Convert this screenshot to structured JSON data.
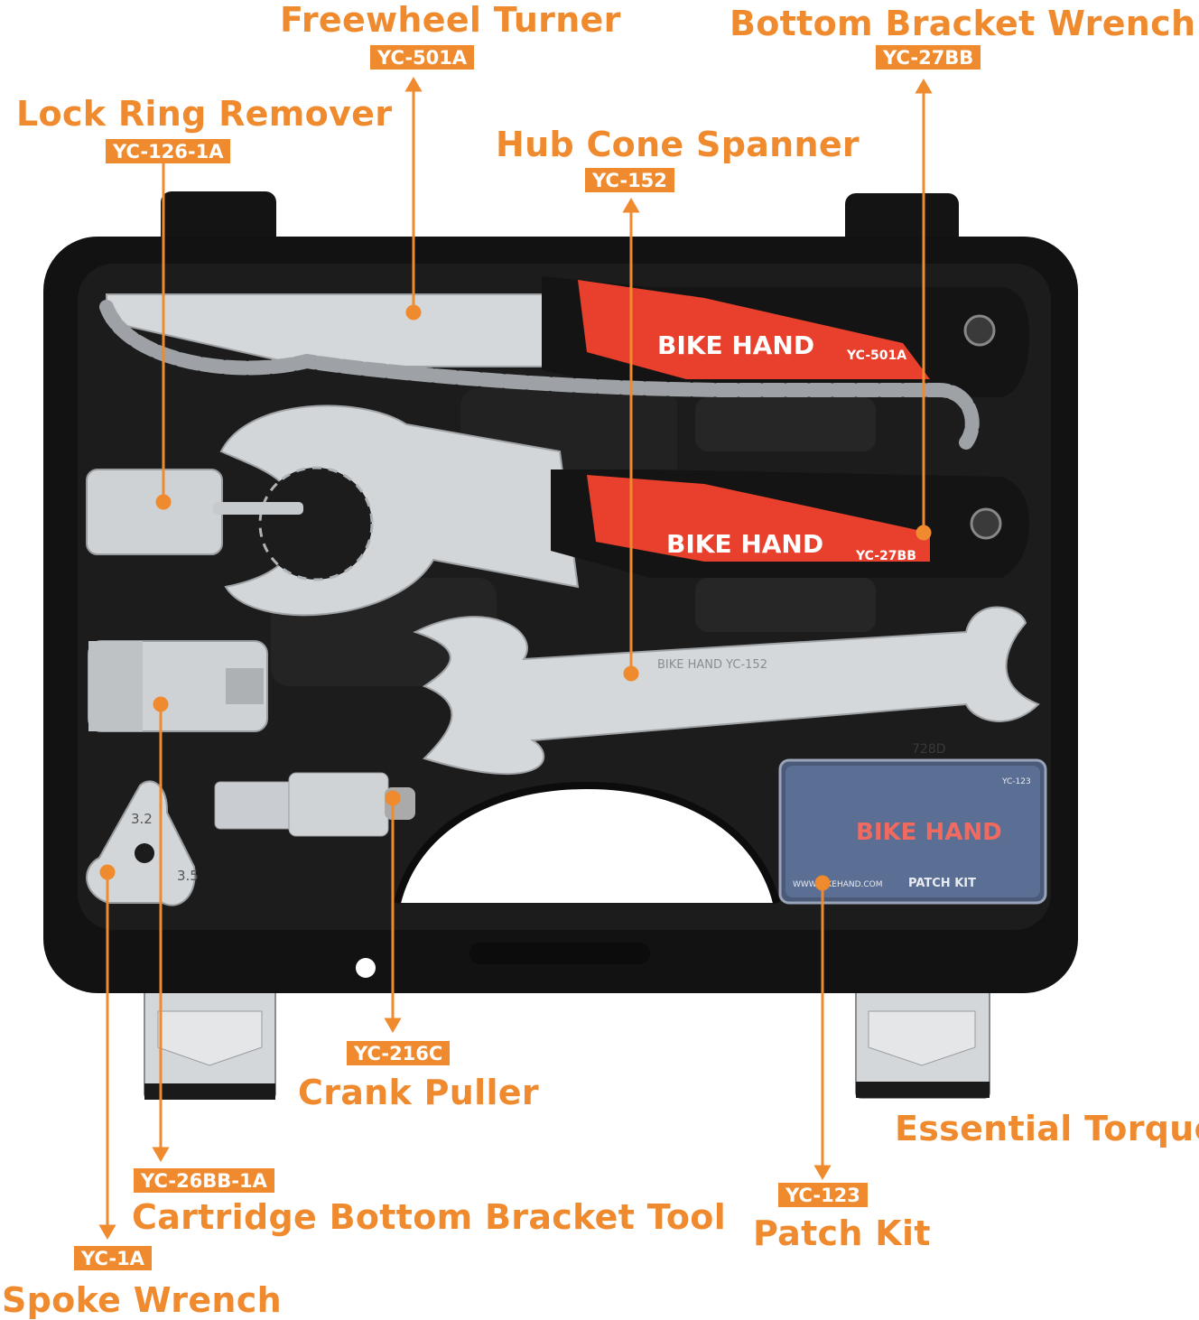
{
  "colors": {
    "accent": "#ef8a2e",
    "case": "#151515",
    "tray": "#1f1f1f",
    "grip_red": "#e8402c",
    "steel": "#c9ccd0"
  },
  "callouts": {
    "freewheel_turner": {
      "name": "Freewheel Turner",
      "code": "YC-501A"
    },
    "bottom_bracket_wrench": {
      "name": "Bottom Bracket Wrench",
      "code": "YC-27BB"
    },
    "lock_ring_remover": {
      "name": "Lock Ring Remover",
      "code": "YC-126-1A"
    },
    "hub_cone_spanner": {
      "name": "Hub Cone Spanner",
      "code": "YC-152"
    },
    "crank_puller": {
      "name": "Crank Puller",
      "code": "YC-216C"
    },
    "essential_torque": {
      "name": "Essential Torque"
    },
    "cartridge_bb_tool": {
      "name": "Cartridge Bottom Bracket Tool",
      "code": "YC-26BB-1A"
    },
    "patch_kit": {
      "name": "Patch Kit",
      "code": "YC-123"
    },
    "spoke_wrench": {
      "name": "Spoke Wrench",
      "code": "YC-1A"
    }
  },
  "tool_markings": {
    "brand": "BIKE HAND",
    "freewheel_model": "YC-501A",
    "bb_model": "YC-27BB",
    "cone_marking": "BIKE HAND YC-152",
    "patch_box_model": "YC-123",
    "patch_box_label": "PATCH KIT",
    "patch_box_url": "WWW.BIKEHAND.COM",
    "spoke_sizes": [
      "3.2",
      "3.5"
    ],
    "tray_code": "728D"
  }
}
